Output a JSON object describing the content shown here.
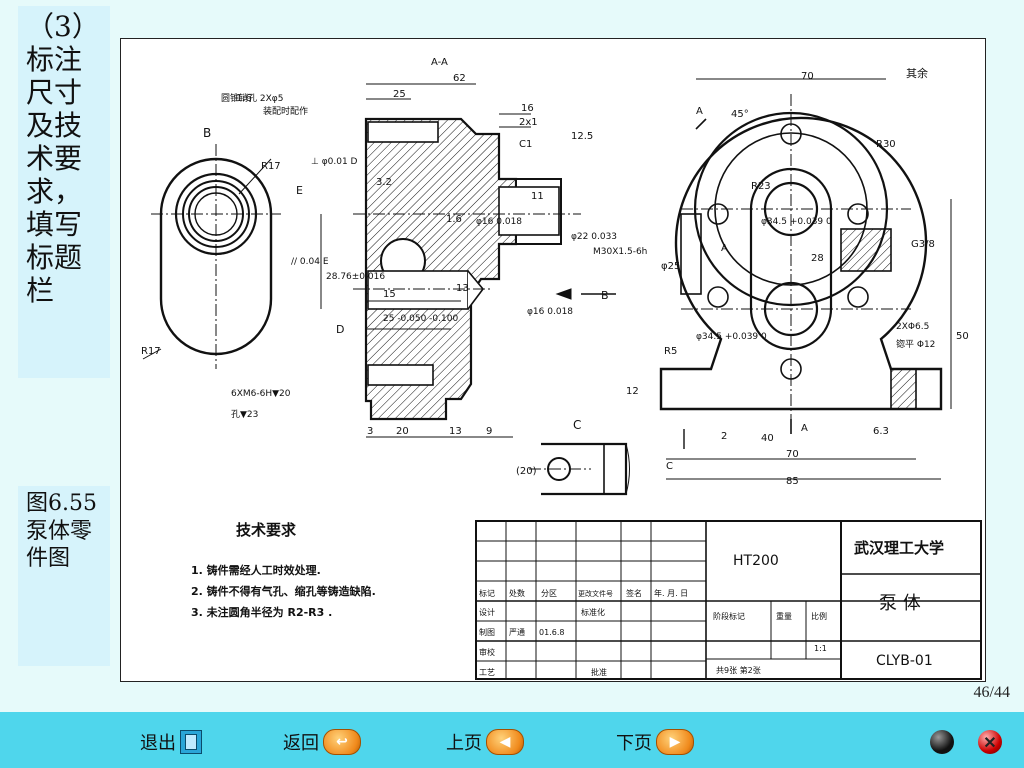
{
  "side": {
    "top_text": "（3）标注尺寸及技术要求，填写标题栏",
    "bottom_text": "图6.55泵体零件图"
  },
  "drawing": {
    "section_label": "A-A",
    "view_b": "B",
    "view_c": "C",
    "dims": {
      "total_width_left": "62",
      "d25": "25",
      "d16": "16",
      "d2x1": "2x1",
      "c1": "C1",
      "r125": "12.5",
      "d11": "11",
      "d15": "15",
      "d13a": "13",
      "tol25": "25 -0.050 -0.100",
      "d3": "3",
      "d20": "20",
      "d13b": "13",
      "d9": "9",
      "phi16": "φ16 0.018",
      "phi22": "φ22 0.033",
      "m30": "M30X1.5-6h",
      "h28": "28.76±0.016",
      "tol004": "// 0.04 E",
      "tol001": "⊥ φ0.01 D",
      "r17a": "R17",
      "r17b": "R17",
      "d70a": "70",
      "d45": "45°",
      "r30": "R30",
      "r23": "R23",
      "phi34a": "φ34.5 +0.039 0",
      "phi34b": "φ34.5 +0.039 0",
      "d28": "28",
      "phi25": "φ25",
      "g38": "G3/8",
      "d50": "50",
      "x65": "2XΦ6.5",
      "spot": "锪平 Φ12",
      "r5": "R5",
      "d12": "12",
      "d40": "40",
      "d70b": "70",
      "d85": "85",
      "d2": "2",
      "d20c": "(20)",
      "rough_all": "其余",
      "rough32": "3.2",
      "rough16": "1.6",
      "rough63": "6.3"
    },
    "notes_left": {
      "pin": "圆锥销孔 2Xφ5",
      "pin2": "装配时配作",
      "thread": "6XM6-6H▼20",
      "hole": "孔▼23"
    },
    "markers": {
      "e": "E",
      "d": "D",
      "a": "A"
    }
  },
  "tech": {
    "title": "技术要求",
    "items": [
      "1. 铸件需经人工时效处理.",
      "2. 铸件不得有气孔、缩孔等铸造缺陷.",
      "3. 未注圆角半径为 R2-R3 ."
    ]
  },
  "title_block": {
    "material": "HT200",
    "school": "武汉理工大学",
    "part_name": "泵 体",
    "code": "CLYB-01",
    "scale": "1:1",
    "headers": [
      "标记",
      "处数",
      "分区",
      "更改文件号",
      "签名",
      "年. 月. 日"
    ],
    "design": "设计",
    "standard": "标准化",
    "stage": "阶段标记",
    "weight": "重量",
    "ratio": "比例",
    "draw": "制图",
    "drawer": "严通",
    "date": "01.6.8",
    "check": "审校",
    "craft": "工艺",
    "approve": "批准",
    "sheets": "共9张  第2张"
  },
  "page_number": "46/44",
  "nav": {
    "exit": "退出",
    "back": "返回",
    "prev": "上页",
    "next": "下页"
  }
}
